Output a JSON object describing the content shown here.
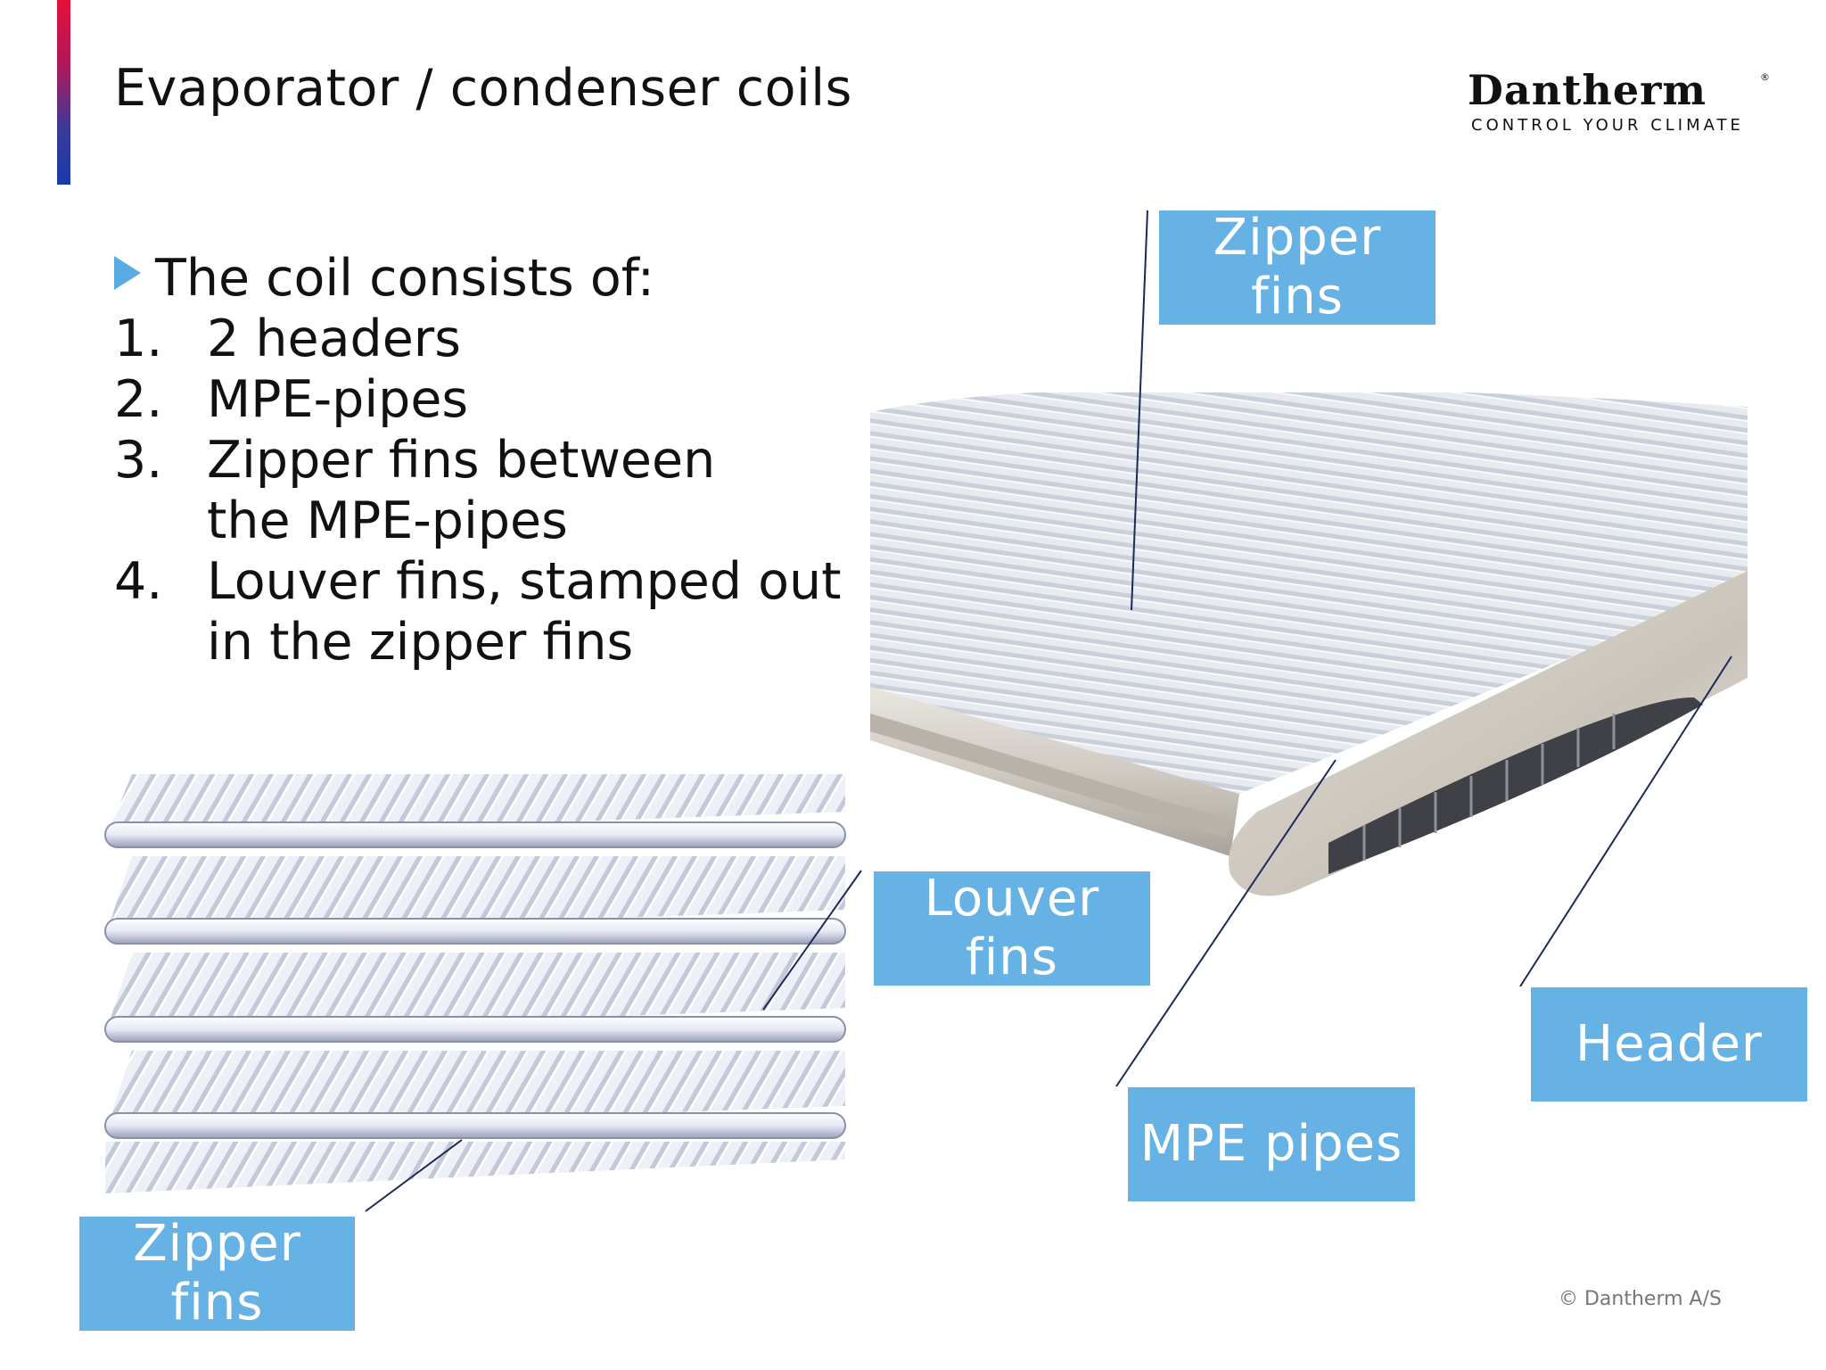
{
  "slide": {
    "title": "Evaporator / condenser coils",
    "intro": "The coil consists of:",
    "items": [
      {
        "num": "1.",
        "text": "2 headers"
      },
      {
        "num": "2.",
        "text": "MPE-pipes"
      },
      {
        "num": "3.",
        "text": "Zipper fins between\nthe MPE-pipes"
      },
      {
        "num": "4.",
        "text": "Louver fins, stamped out\nin the zipper fins"
      }
    ],
    "footer": "© Dantherm A/S"
  },
  "logo": {
    "name": "Dantherm",
    "registered": "®",
    "tagline": "CONTROL YOUR CLIMATE"
  },
  "callouts": {
    "zipper_fins_top": "Zipper\nfins",
    "louver_fins": "Louver\nfins",
    "header": "Header",
    "mpe_pipes": "MPE pipes",
    "zipper_fins_bottom": "Zipper\nfins"
  },
  "colors": {
    "accent_bar_top": "#e4103a",
    "accent_bar_bottom": "#1a3aa8",
    "callout_fill": "#66b2e4",
    "leader_line": "#1c2a5a"
  }
}
